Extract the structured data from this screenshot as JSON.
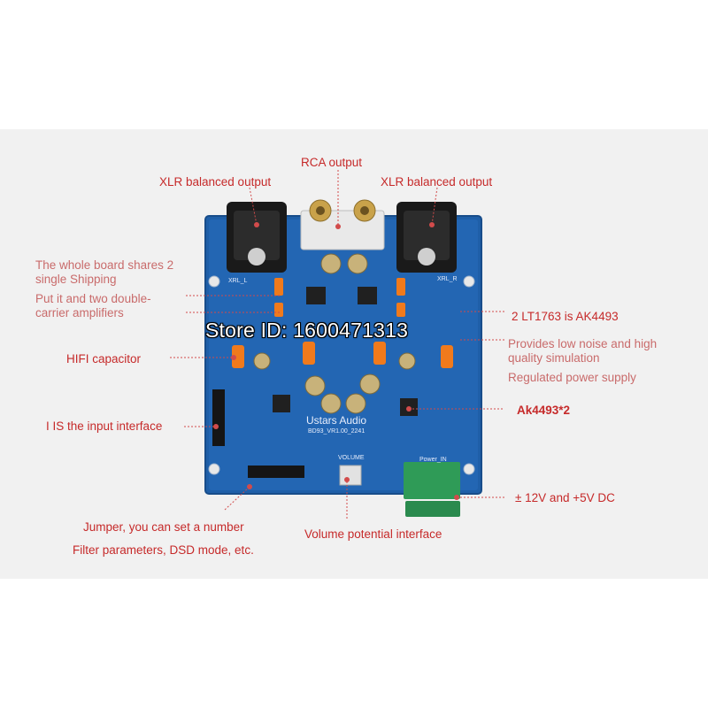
{
  "labels": {
    "rca_output": "RCA output",
    "xlr_left": "XLR balanced output",
    "xlr_right": "XLR balanced output",
    "whole_board_line1": "The whole board shares 2",
    "whole_board_line2": "single Shipping",
    "put_it_line1": "Put it and two double-",
    "put_it_line2": "carrier amplifiers",
    "hifi_capacitor": "HIFI capacitor",
    "iis_interface": "I IS the input interface",
    "jumper": "Jumper, you can set a number",
    "filter": "Filter parameters, DSD mode, etc.",
    "volume_interface": "Volume potential interface",
    "lt1763": "2 LT1763 is AK4493",
    "low_noise_line1": "Provides low noise and high",
    "low_noise_line2": "quality simulation",
    "regulated": "Regulated power supply",
    "ak4493": "Ak4493*2",
    "power": "± 12V and +5V DC"
  },
  "watermark": "Store ID: 1600471313",
  "board_silk": {
    "brand": "Ustars Audio",
    "version": "BD93_VR1.00_2241",
    "xrl_left": "XRL_L",
    "xrl_right": "XRL_R",
    "volume": "VOLUME",
    "power_in": "Power_IN"
  },
  "colors": {
    "label_red": "#c62a2a",
    "board_blue": "#1f5fa8",
    "leader_red": "#d24b4b",
    "terminal_green": "#2f9b57"
  }
}
